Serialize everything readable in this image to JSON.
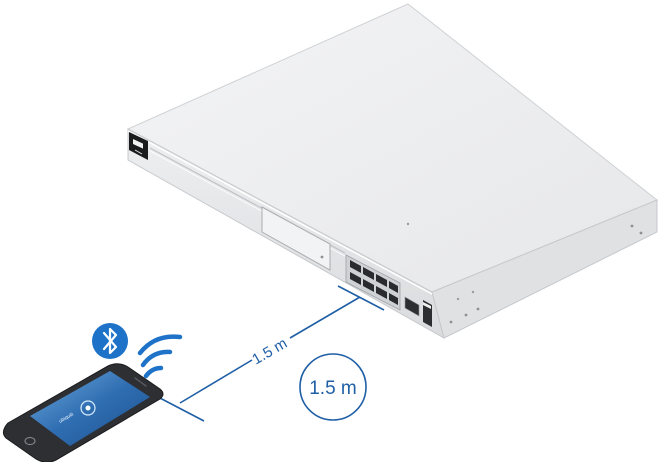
{
  "diagram": {
    "distance_label": "1.5 m",
    "callout_label": "1.5 m",
    "phone_brand_text": "ubiquiti"
  },
  "colors": {
    "accent": "#1e73c8",
    "dimension": "#1f5fa6",
    "device_body": "#e9eaec",
    "device_edge": "#c6c8cb",
    "phone_screen": "#3b7fc2"
  },
  "icons": {
    "bluetooth": "bluetooth-icon",
    "wireless": "wireless-signal-icon"
  }
}
